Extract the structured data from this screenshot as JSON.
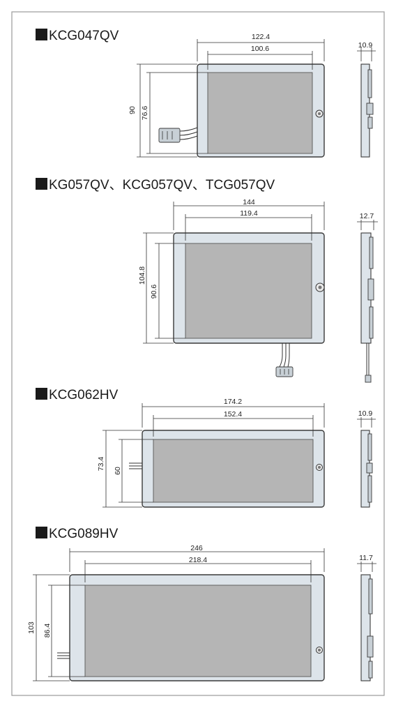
{
  "models": [
    {
      "title": "KCG047QV",
      "dims": {
        "outer_width": "122.4",
        "active_width": "100.6",
        "outer_height": "90",
        "active_height": "76.6",
        "thickness": "10.9"
      }
    },
    {
      "title": "KG057QV、KCG057QV、TCG057QV",
      "dims": {
        "outer_width": "144",
        "active_width": "119.4",
        "outer_height": "104.8",
        "active_height": "90.6",
        "thickness": "12.7"
      }
    },
    {
      "title": "KCG062HV",
      "dims": {
        "outer_width": "174.2",
        "active_width": "152.4",
        "outer_height": "73.4",
        "active_height": "60",
        "thickness": "10.9"
      }
    },
    {
      "title": "KCG089HV",
      "dims": {
        "outer_width": "246",
        "active_width": "218.4",
        "outer_height": "103",
        "active_height": "86.4",
        "thickness": "11.7"
      }
    }
  ],
  "colors": {
    "bezel": "#dde4ea",
    "screen": "#b5b5b5",
    "outline": "#3a3a3a",
    "frame": "#9a9a9a"
  },
  "icons": [
    "bullet-square-icon",
    "mounting-screw-icon",
    "cable-connector-icon"
  ]
}
